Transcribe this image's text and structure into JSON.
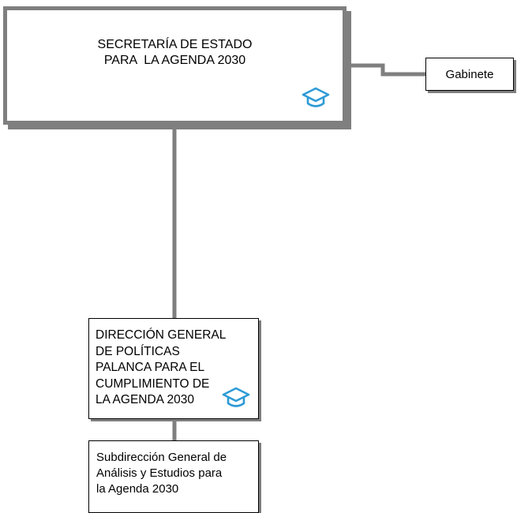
{
  "org_chart": {
    "secretaria": {
      "line1": "SECRETARÍA DE ESTADO",
      "line2": "PARA  LA AGENDA 2030",
      "icon": "graduation-cap-icon"
    },
    "gabinete": {
      "label": "Gabinete"
    },
    "direccion_general": {
      "line1": "DIRECCIÓN GENERAL",
      "line2": "DE POLÍTICAS",
      "line3": "PALANCA PARA EL",
      "line4": "CUMPLIMIENTO DE",
      "line5": "LA AGENDA 2030",
      "icon": "graduation-cap-icon"
    },
    "subdireccion_general": {
      "line1": "Subdirección General de",
      "line2": "Análisis y Estudios para",
      "line3": "la Agenda 2030"
    }
  },
  "colors": {
    "border_gray": "#7f7f7f",
    "icon_blue": "#2e9bd6",
    "text": "#000000"
  }
}
